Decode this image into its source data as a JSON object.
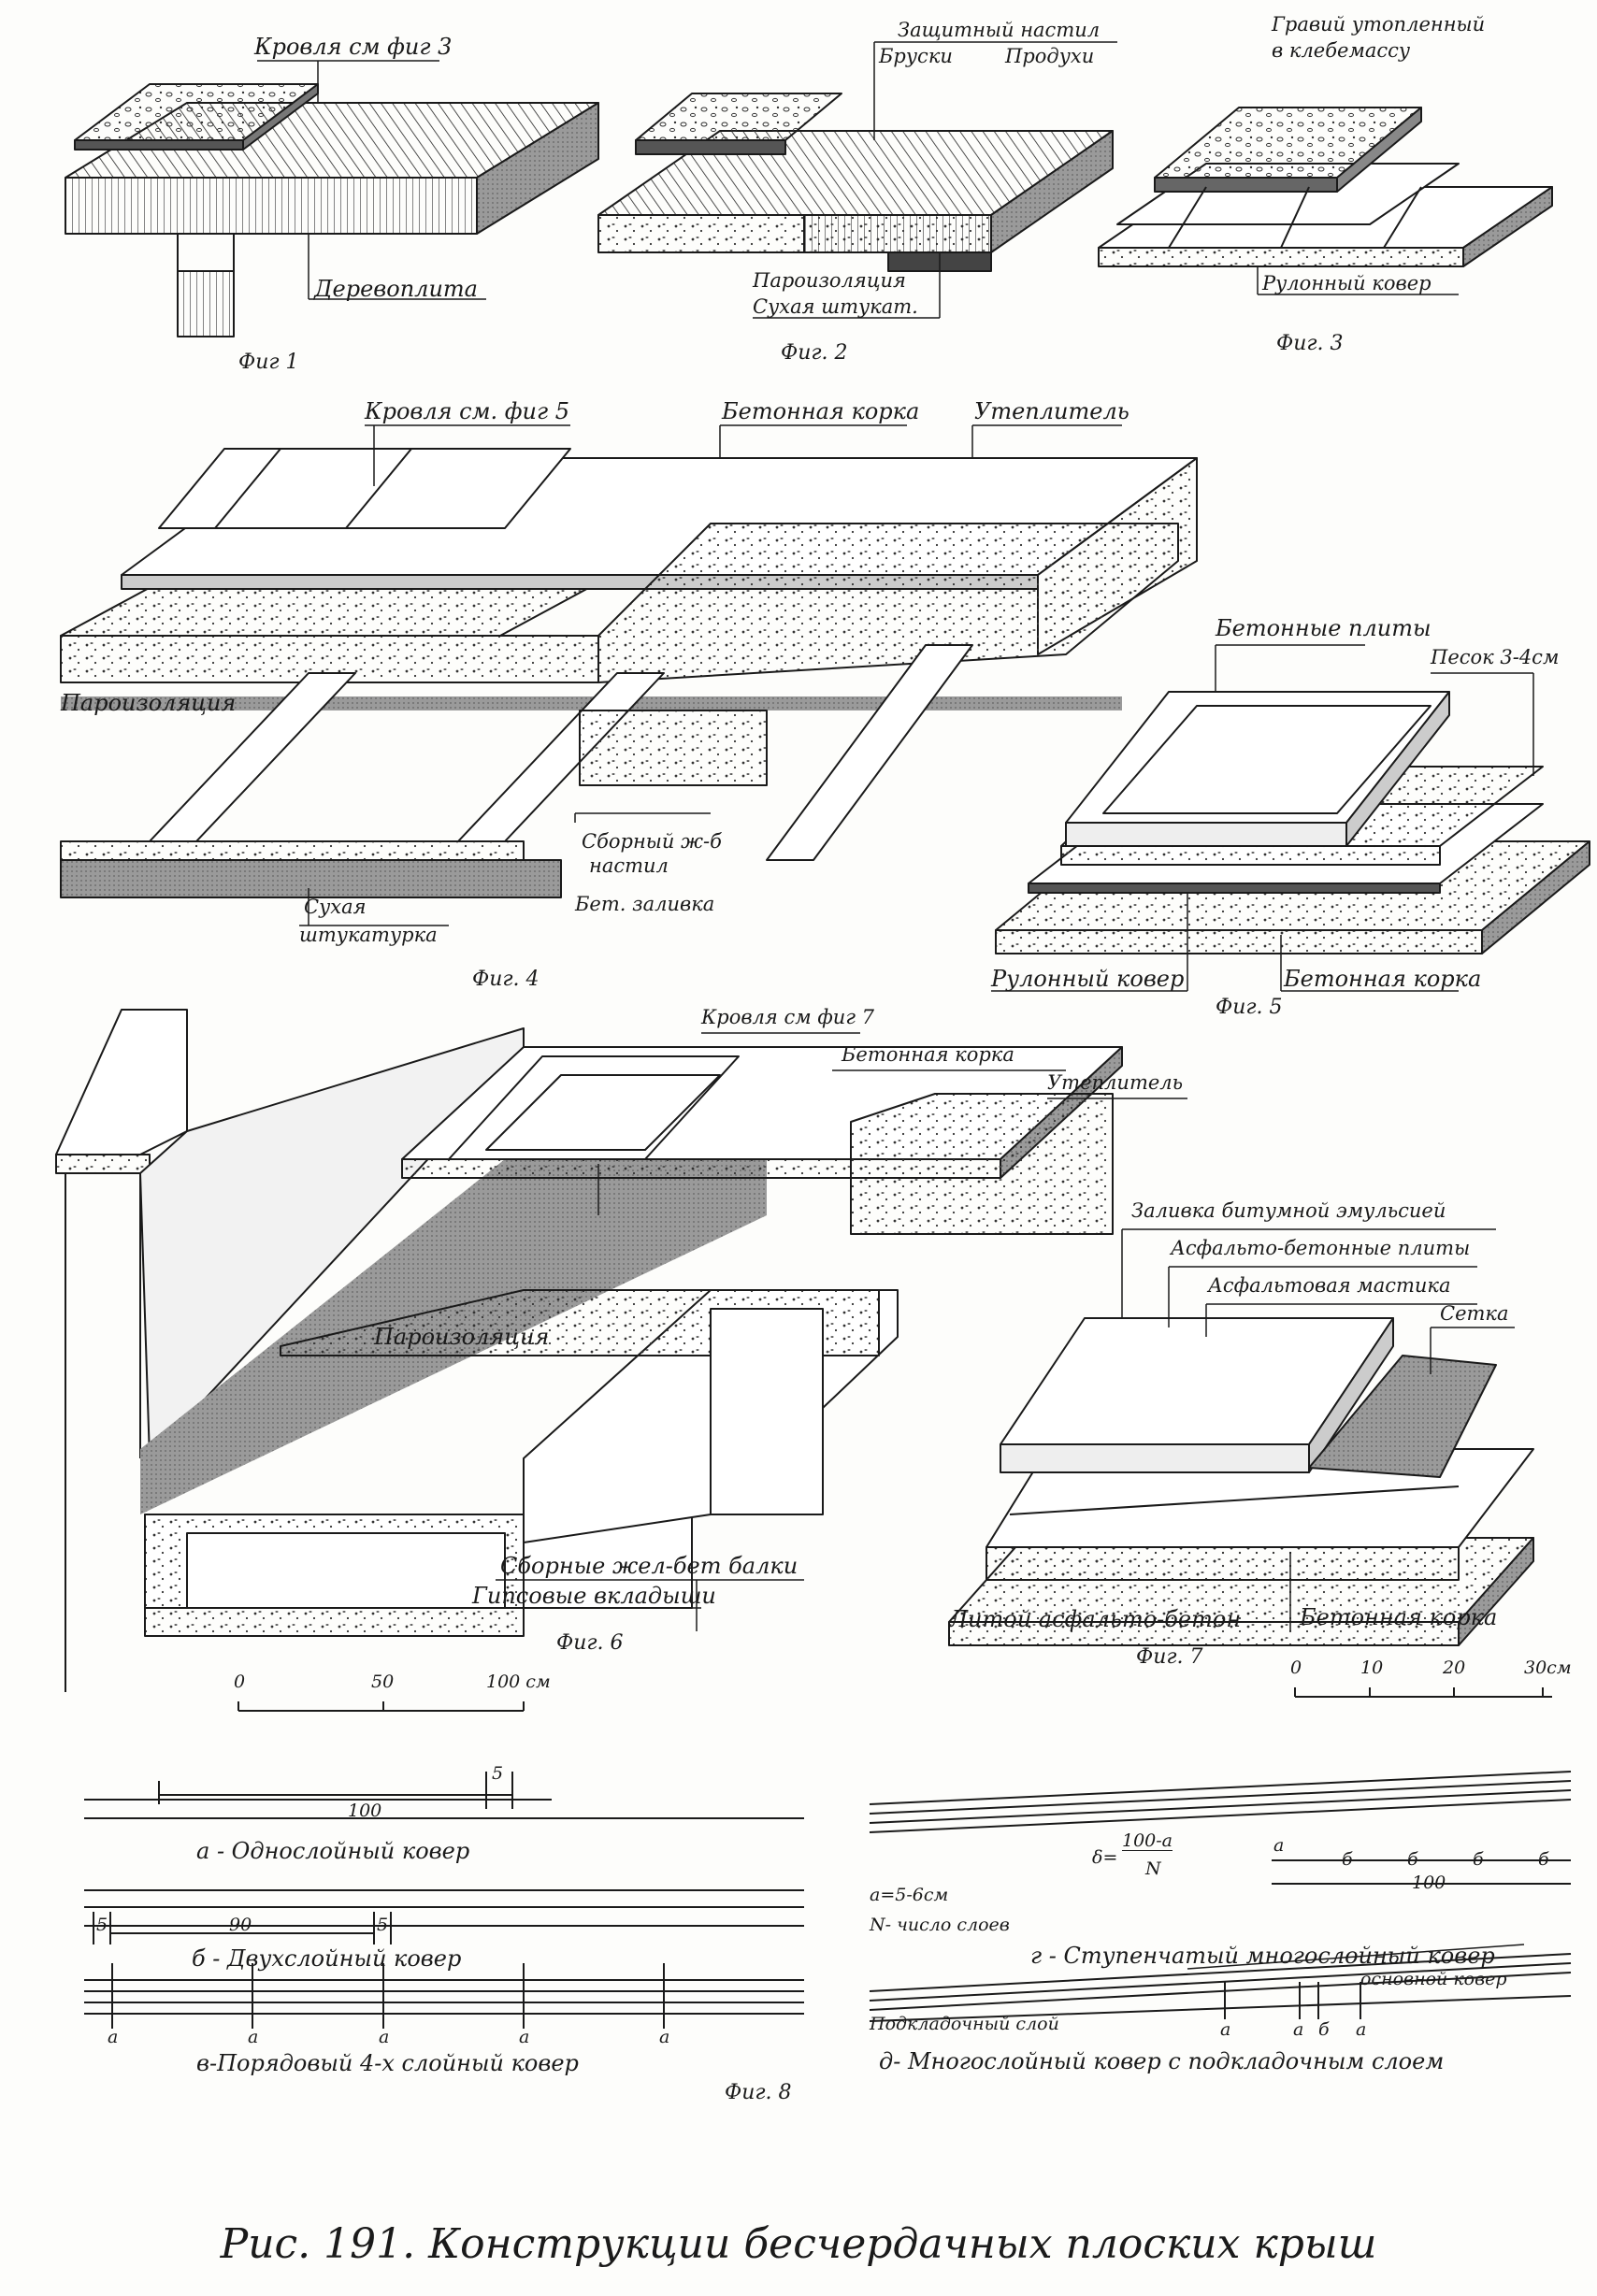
{
  "caption": "Рис. 191. Конструкции бесчердачных плоских крыш",
  "figures": {
    "fig1": {
      "title": "Фиг 1",
      "labels": {
        "roof": "Кровля см фиг 3",
        "wood_slab": "Деревоплита"
      }
    },
    "fig2": {
      "title": "Фиг. 2",
      "labels": {
        "protective_deck": "Защитный настил",
        "bars": "Бруски",
        "vents": "Продухи",
        "vapor_barrier": "Пароизоляция",
        "dry_plaster": "Сухая штукат."
      }
    },
    "fig3": {
      "title": "Фиг. 3",
      "labels": {
        "gravel_1": "Гравий утопленный",
        "gravel_2": "в клебемассу",
        "roll_carpet": "Рулонный ковер"
      }
    },
    "fig4": {
      "title": "Фиг. 4",
      "labels": {
        "roof": "Кровля см. фиг 5",
        "concrete_crust": "Бетонная корка",
        "insulation": "Утеплитель",
        "vapor_barrier": "Пароизоляция",
        "precast_deck_1": "Сборный ж-б",
        "precast_deck_2": "настил",
        "concrete_fill": "Бет. заливка",
        "dry_plaster_1": "Сухая",
        "dry_plaster_2": "штукатурка"
      }
    },
    "fig5": {
      "title": "Фиг. 5",
      "labels": {
        "concrete_slabs": "Бетонные плиты",
        "sand": "Песок 3-4см",
        "roll_carpet": "Рулонный ковер",
        "concrete_crust": "Бетонная корка"
      }
    },
    "fig6": {
      "title": "Фиг. 6",
      "labels": {
        "roof": "Кровля см фиг 7",
        "concrete_crust": "Бетонная корка",
        "insulation": "Утеплитель",
        "vapor_barrier": "Пароизоляция",
        "precast_beams": "Сборные жел-бет балки",
        "gypsum_inserts": "Гипсовые вкладыши"
      },
      "scale": {
        "ticks": [
          "0",
          "50",
          "100 см"
        ]
      }
    },
    "fig7": {
      "title": "Фиг. 7",
      "labels": {
        "bitumen_fill": "Заливка битумной эмульсией",
        "asphalt_slabs": "Асфальто-бетонные плиты",
        "asphalt_mastic": "Асфальтовая мастика",
        "mesh": "Сетка",
        "cast_asphalt": "Литой асфальто-бетон",
        "concrete_crust": "Бетонная корка"
      },
      "scale": {
        "ticks": [
          "0",
          "10",
          "20",
          "30см"
        ]
      }
    },
    "fig8": {
      "title": "Фиг. 8",
      "a": {
        "caption": "а - Однослойный ковер",
        "dim_overlap": "5",
        "dim_width": "100"
      },
      "b": {
        "caption": "б - Двухслойный ковер",
        "dims": [
          "5",
          "90",
          "5"
        ]
      },
      "v": {
        "caption": "в-Порядовый 4-х слойный ковер",
        "marks": [
          "а",
          "а",
          "а",
          "а",
          "а"
        ]
      },
      "g": {
        "caption": "г - Ступенчатый многослойный ковер",
        "formula_delta": "δ=",
        "formula_num": "100-а",
        "formula_den": "N",
        "note_a": "а=5-6см",
        "note_n": "N- число слоев",
        "dims": [
          "а",
          "б",
          "б",
          "б",
          "б"
        ],
        "total": "100"
      },
      "d": {
        "caption": "д- Многослойный ковер с подкладочным слоем",
        "base_carpet": "основной ковер",
        "underlay": "Подкладочный слой",
        "marks": [
          "а",
          "а",
          "б",
          "а"
        ]
      }
    }
  }
}
